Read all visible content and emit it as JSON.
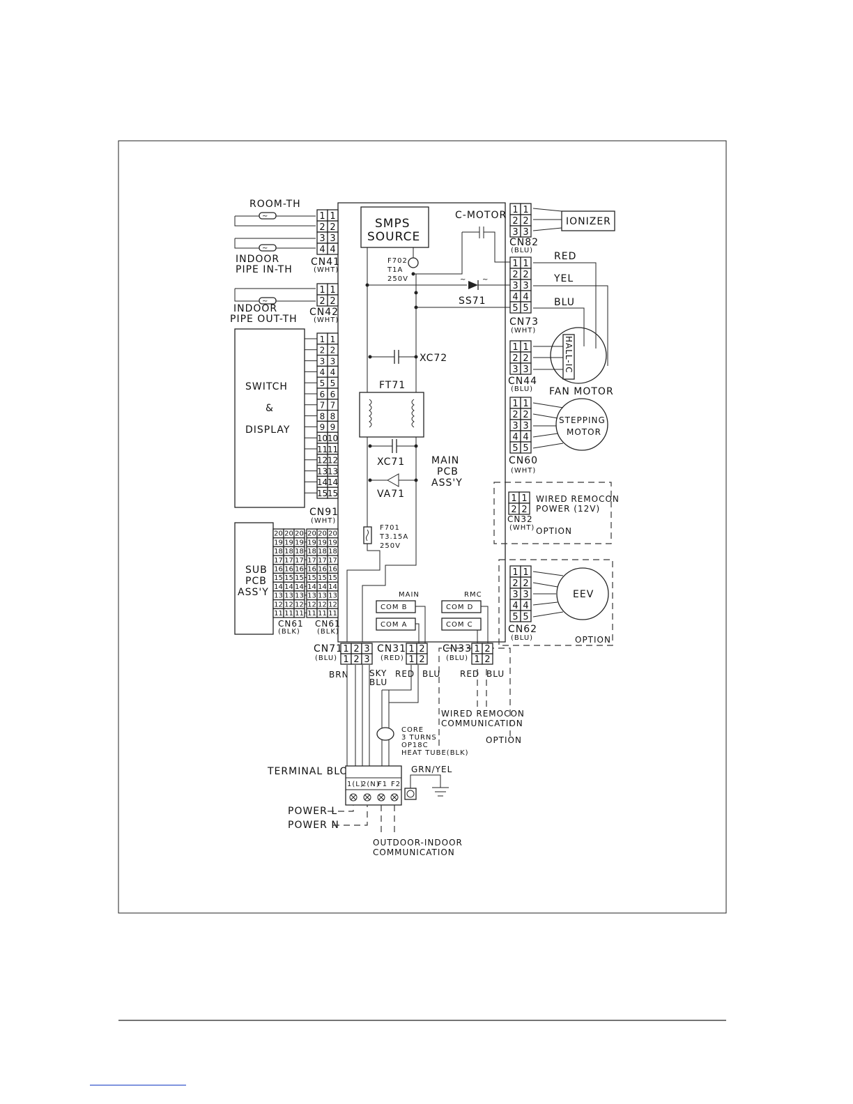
{
  "labels": {
    "room_th": "ROOM-TH",
    "indoor_pipe_in_1": "INDOOR",
    "indoor_pipe_in_2": "PIPE IN-TH",
    "indoor_pipe_out_1": "INDOOR",
    "indoor_pipe_out_2": "PIPE OUT-TH",
    "cn41": "CN41",
    "cn41_color": "(WHT)",
    "cn42": "CN42",
    "cn42_color": "(WHT)",
    "switch_display_1": "SWITCH",
    "switch_display_2": "&",
    "switch_display_3": "DISPLAY",
    "cn91": "CN91",
    "cn91_color": "(WHT)",
    "sub_pcb_1": "SUB",
    "sub_pcb_2": "PCB",
    "sub_pcb_3": "ASS'Y",
    "cn61a": "CN61",
    "cn61a_color": "(BLK)",
    "cn61b": "CN61",
    "cn61b_color": "(BLK)",
    "smps_1": "SMPS",
    "smps_2": "SOURCE",
    "f702_1": "F702",
    "f702_2": "T1A",
    "f702_3": "250V",
    "c_motor": "C-MOTOR",
    "ss71": "SS71",
    "xc72": "XC72",
    "ft71": "FT71",
    "xc71": "XC71",
    "va71": "VA71",
    "main_pcb_1": "MAIN",
    "main_pcb_2": "PCB",
    "main_pcb_3": "ASS'Y",
    "f701_1": "F701",
    "f701_2": "T3.15A",
    "f701_3": "250V",
    "ionizer": "IONIZER",
    "cn82": "CN82",
    "cn82_color": "(BLU)",
    "red": "RED",
    "yel": "YEL",
    "blu": "BLU",
    "cn73": "CN73",
    "cn73_color": "(WHT)",
    "hall_ic": "HALL-IC",
    "cn44": "CN44",
    "cn44_color": "(BLU)",
    "fan_motor": "FAN MOTOR",
    "stepping_1": "STEPPING",
    "stepping_2": "MOTOR",
    "cn60": "CN60",
    "cn60_color": "(WHT)",
    "wired_remocon_1": "WIRED REMOCON",
    "wired_remocon_2": "POWER (12V)",
    "cn32": "CN32",
    "cn32_color": "(WHT)",
    "option_1": "OPTION",
    "eev": "EEV",
    "cn62": "CN62",
    "cn62_color": "(BLU)",
    "option_2": "OPTION",
    "main_small": "MAIN",
    "com_b": "COM B",
    "com_a": "COM A",
    "rmc": "RMC",
    "com_d": "COM D",
    "com_c": "COM C",
    "cn71": "CN71",
    "cn71_color": "(BLU)",
    "cn31": "CN31",
    "cn31_color": "(RED)",
    "cn33": "CN33",
    "cn33_color": "(BLU)",
    "brn": "BRN",
    "sky_1": "SKY",
    "sky_2": "BLU",
    "red_w": "RED",
    "blu_w": "BLU",
    "red_w2": "RED",
    "blu_w2": "BLU",
    "wired_comm_1": "WIRED REMOCON",
    "wired_comm_2": "COMMUNICATION",
    "option_3": "OPTION",
    "core_1": "CORE",
    "core_2": "3 TURNS",
    "core_3": "OP18C",
    "core_4": "HEAT TUBE(BLK)",
    "terminal_block": "TERMINAL BLOCK",
    "grn_yel": "GRN/YEL",
    "tb_1": "1(L)",
    "tb_2": "2(N)",
    "tb_3": "F1",
    "tb_4": "F2",
    "power_l": "POWER L",
    "power_n": "POWER N",
    "od_comm_1": "OUTDOOR-INDOOR",
    "od_comm_2": "COMMUNICATION"
  }
}
